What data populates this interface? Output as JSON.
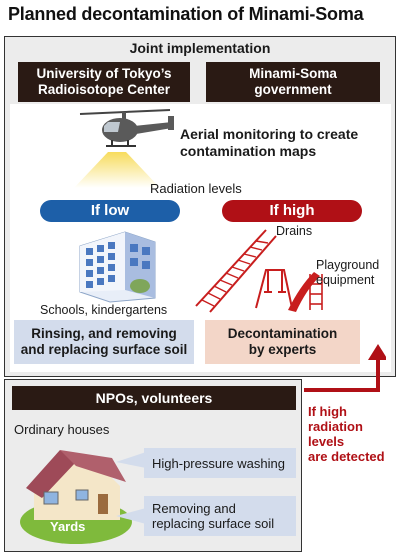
{
  "title": "Planned decontamination of Minami-Soma",
  "joint": {
    "header": "Joint implementation",
    "partner_left": "University of Tokyo’s\nRadioisotope Center",
    "partner_right": "Minami-Soma\ngovernment"
  },
  "aerial": "Aerial monitoring to create\ncontamination maps",
  "radiation_levels": "Radiation levels",
  "low": {
    "label": "If low",
    "place": "Schools, kindergartens",
    "action": "Rinsing, and removing\nand replacing surface soil"
  },
  "high": {
    "label": "If high",
    "drains": "Drains",
    "playground": "Playground\nequipment",
    "action": "Decontamination\nby experts"
  },
  "npo": {
    "header": "NPOs, volunteers",
    "houses": "Ordinary houses",
    "washing": "High-pressure washing",
    "soil": "Removing and\nreplacing surface soil",
    "yards": "Yards"
  },
  "escalation": "If high\nradiation\nlevels\nare detected",
  "colors": {
    "low_blue": "#1d5fa8",
    "high_red": "#b01016",
    "dark_header": "#2a1a14",
    "panel_gray": "#ececec",
    "light_blue": "#d3dcec",
    "light_pink": "#f3d6c8"
  },
  "icons": [
    "helicopter-icon",
    "building-icon",
    "playground-icon",
    "house-icon"
  ]
}
